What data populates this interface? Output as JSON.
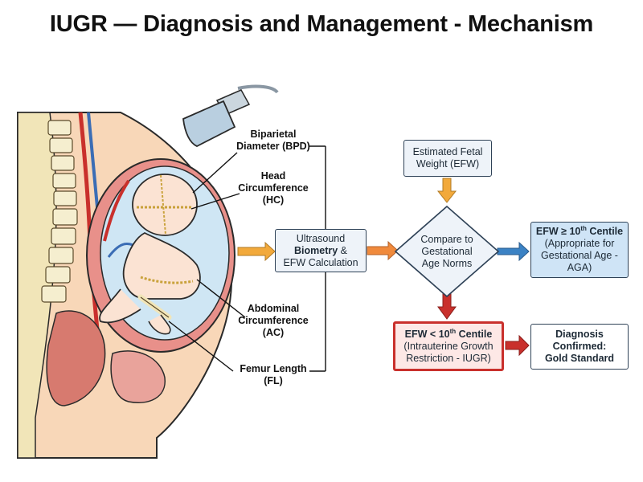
{
  "title": "IUGR — Diagnosis and Management - Mechanism",
  "measurements": {
    "bpd": [
      "Biparietal",
      "Diameter (BPD)"
    ],
    "hc": [
      "Head",
      "Circumference",
      "(HC)"
    ],
    "ac": [
      "Abdominal",
      "Circumference",
      "(AC)"
    ],
    "fl": [
      "Femur Length",
      "(FL)"
    ]
  },
  "ultrasound": {
    "line1": "Ultrasound",
    "bold": "Biometry",
    "amp": " &",
    "line3": "EFW Calculation"
  },
  "efw": {
    "line1": "Estimated Fetal",
    "line2": "Weight (EFW)"
  },
  "compare": {
    "line1": "Compare to",
    "line2": "Gestational",
    "line3": "Age Norms"
  },
  "aga": {
    "head": "EFW ≥ 10",
    "sup": "th",
    "tail": " Centile",
    "line2": "(Appropriate for",
    "line3": "Gestational Age -",
    "line4": "AGA)"
  },
  "iugr": {
    "head": "EFW < 10",
    "sup": "th",
    "tail": " Centile",
    "line2": "(Intrauterine Growth",
    "line3": "Restriction - IUGR)"
  },
  "diagnosis": {
    "line1": "Diagnosis",
    "line2": "Confirmed:",
    "line3": "Gold Standard"
  },
  "colors": {
    "arrow_orange": "#f2a93b",
    "arrow_blue": "#3b82c4",
    "arrow_red": "#c9302c",
    "box_border": "#2f4257"
  }
}
